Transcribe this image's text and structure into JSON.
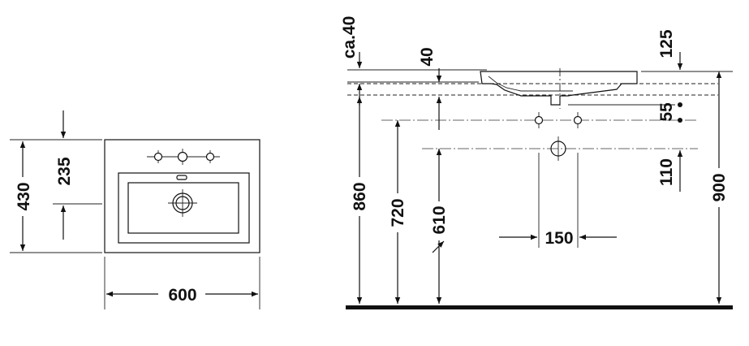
{
  "plan_view": {
    "width_label": "600",
    "depth_label": "430",
    "tap_offset_label": "235"
  },
  "side_view": {
    "height_860_label": "860",
    "height_720_label": "720",
    "height_610_label": "610",
    "height_900_label": "900",
    "top_ca40_label": "ca.40",
    "top_40_label": "40",
    "top_125_label": "125",
    "right_55_label": "55",
    "right_110_label": "110",
    "spacing_150_label": "150"
  }
}
